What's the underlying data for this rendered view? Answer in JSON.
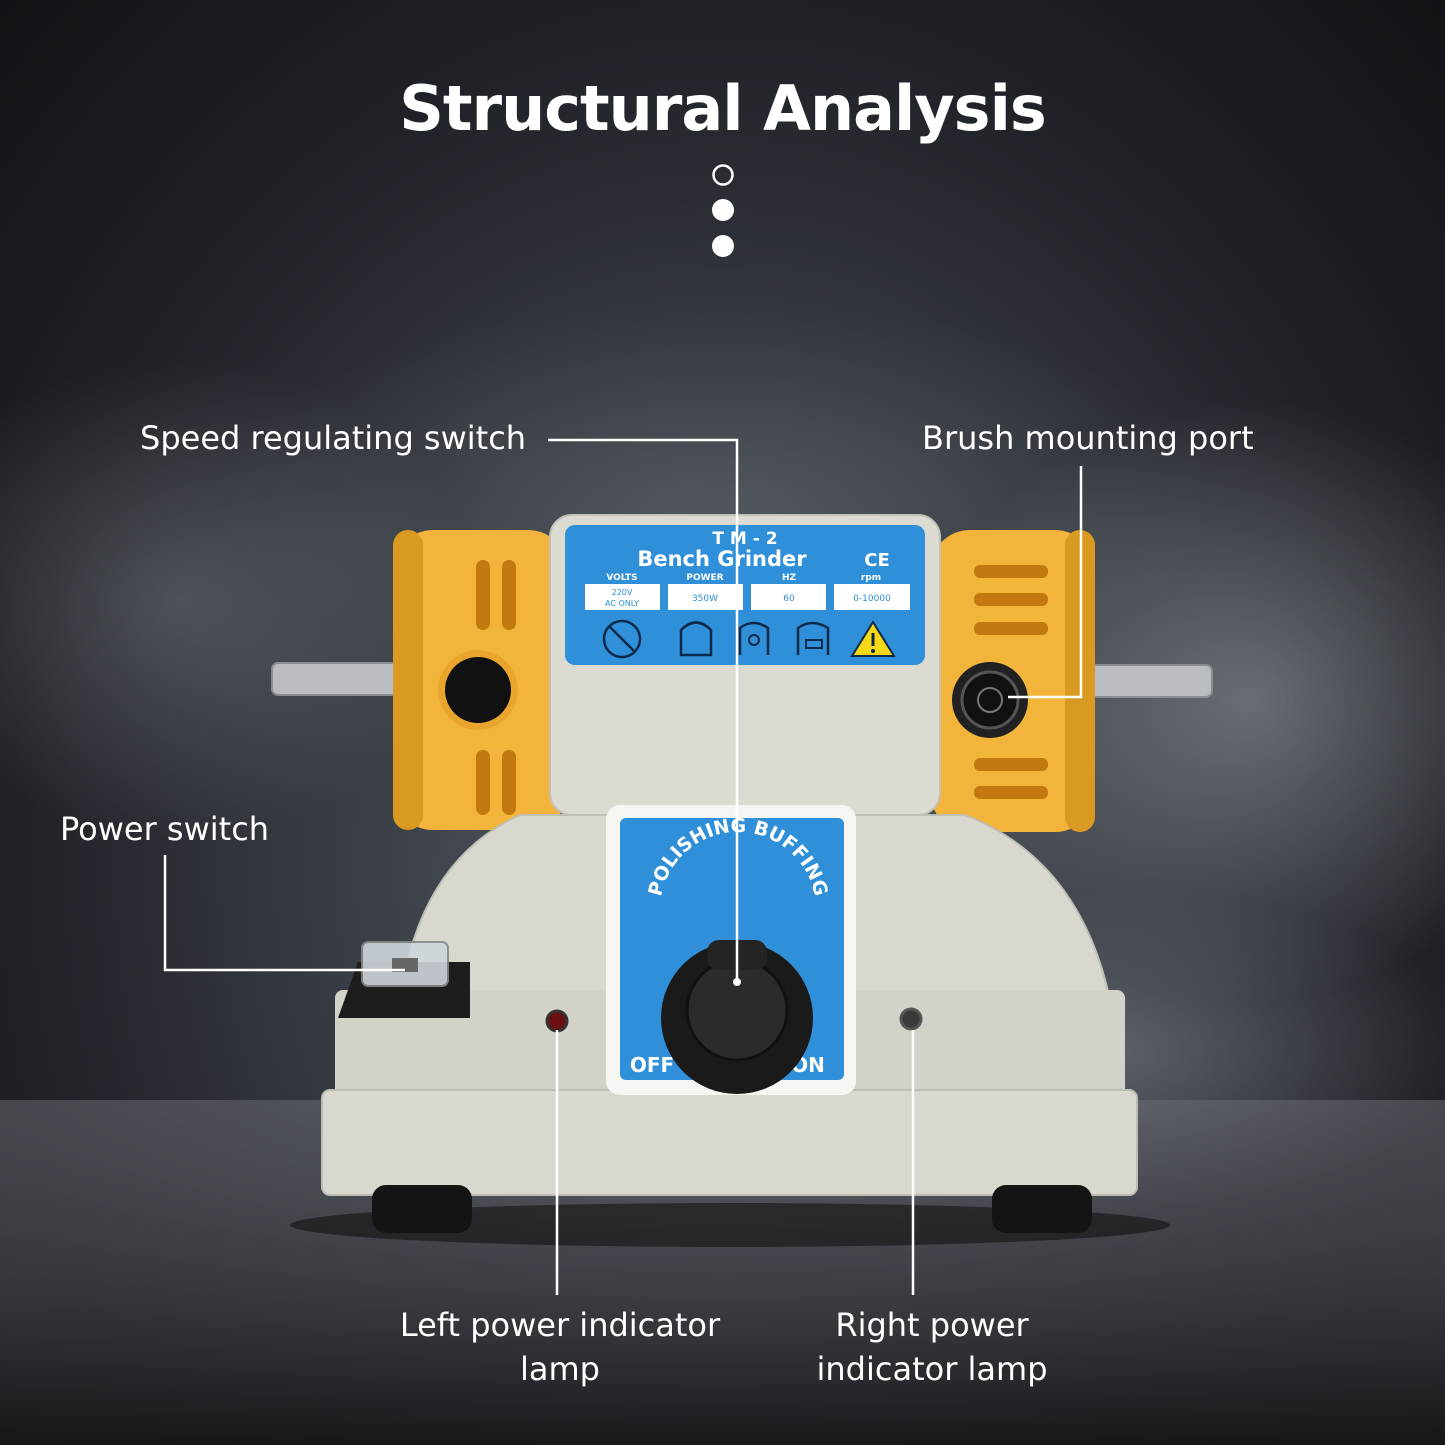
{
  "title": "Structural Analysis",
  "labels": {
    "speed_switch": "Speed regulating switch",
    "brush_port": "Brush mounting port",
    "power_switch": "Power switch",
    "left_lamp_line1": "Left power indicator",
    "left_lamp_line2": "lamp",
    "right_lamp_line1": "Right power",
    "right_lamp_line2": "indicator lamp"
  },
  "nameplate": {
    "model": "T M - 2",
    "name": "Bench Grinder",
    "mark": "CE",
    "headers": [
      "VOLTS",
      "POWER",
      "HZ",
      "rpm"
    ],
    "volts_line1": "220V",
    "volts_line2": "AC ONLY",
    "power": "350W",
    "hz": "60",
    "rpm": "0-10000"
  },
  "control_plate": {
    "arc_text": "POLISHING BUFFING",
    "off": "OFF",
    "on": "ON"
  },
  "colors": {
    "motor_yellow": "#f2b43a",
    "label_blue": "#2f8fd8",
    "body_grey": "#d9d8cf"
  }
}
